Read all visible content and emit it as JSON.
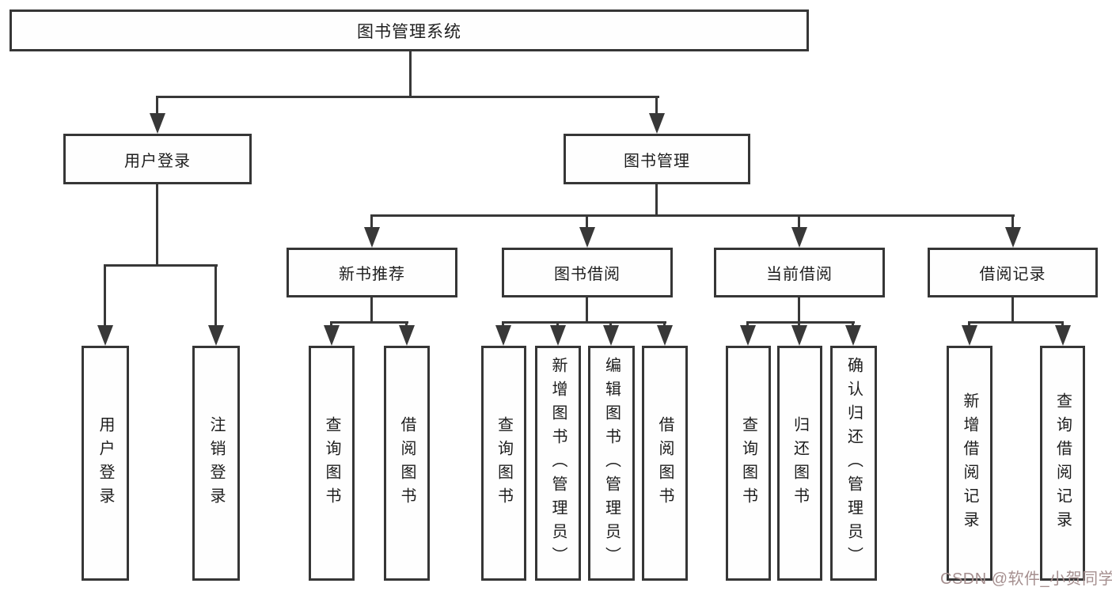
{
  "tree": {
    "label": "图书管理系统",
    "children": [
      {
        "label": "用户登录",
        "children": [
          {
            "label": "用户登录"
          },
          {
            "label": "注销登录"
          }
        ]
      },
      {
        "label": "图书管理",
        "children": [
          {
            "label": "新书推荐",
            "children": [
              {
                "label": "查询图书"
              },
              {
                "label": "借阅图书"
              }
            ]
          },
          {
            "label": "图书借阅",
            "children": [
              {
                "label": "查询图书"
              },
              {
                "label": "新增图书（管理员）"
              },
              {
                "label": "编辑图书（管理员）"
              },
              {
                "label": "借阅图书"
              }
            ]
          },
          {
            "label": "当前借阅",
            "children": [
              {
                "label": "查询图书"
              },
              {
                "label": "归还图书"
              },
              {
                "label": "确认归还（管理员）"
              }
            ]
          },
          {
            "label": "借阅记录",
            "children": [
              {
                "label": "新增借阅记录"
              },
              {
                "label": "查询借阅记录"
              }
            ]
          }
        ]
      }
    ]
  },
  "watermark": {
    "text": "CSDN @软件_小贺同学"
  },
  "colors": {
    "line": "#383838",
    "box_border": "#363636",
    "box_background": "#fefefe",
    "text": "#1d1d1d",
    "watermark": "#a58f8f"
  }
}
